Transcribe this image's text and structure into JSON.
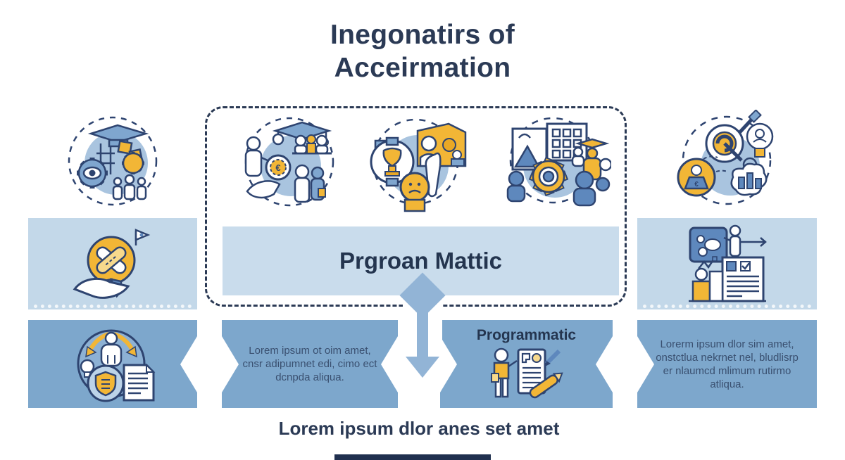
{
  "title": {
    "line1": "Inegonatirs of",
    "line2": "Acceirmation"
  },
  "frame": {
    "banner_label": "Prgroan Mattic"
  },
  "bottom_row": {
    "lorem_left": "Lorem ipsum ot oim amet, cnsr adipumnet edi, cimo ect dcnpda aliqua.",
    "programmatic_label": "Programmatic",
    "lorem_right": "Lorerm ipsum dlor sim amet, onstctlua nekrnet nel, bludlisrp er nlaumcd mlimum rutirmo atliqua."
  },
  "caption": "Lorem ipsum dlor anes set amet",
  "icons": {
    "top_row": [
      "education-gears-icon",
      "mentorship-handover-icon",
      "award-innovation-icon",
      "community-building-icon",
      "target-goals-icon"
    ],
    "middle": [
      "badge-hand-icon",
      "presentation-report-icon"
    ],
    "bottom": [
      "globe-strategy-icon",
      "person-contract-icon"
    ]
  },
  "colors": {
    "navy": "#2b3a55",
    "light_blue": "#c9dcec",
    "mid_blue": "#7da7cc",
    "blob_blue": "#a9c4df",
    "steel_blue": "#5e88bd",
    "accent_yellow": "#f2b636",
    "footer_navy": "#20304f"
  }
}
